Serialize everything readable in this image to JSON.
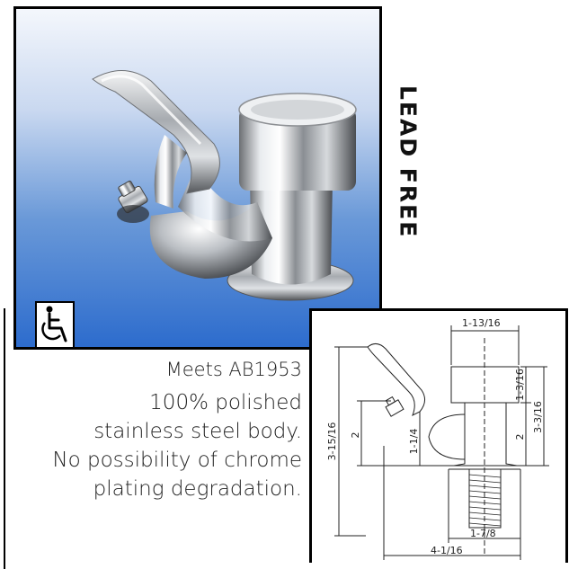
{
  "product": {
    "badge_text": "LEAD FREE",
    "compliance": "Meets AB1953",
    "description_lines": [
      "100% polished",
      "stainless steel body.",
      "No possibility of chrome",
      "plating degradation."
    ],
    "accessibility_icon": "wheelchair-accessible-icon"
  },
  "drawing": {
    "dimensions": {
      "top_width": "1-13/16",
      "overall_height": "3-15/16",
      "bubbler_height": "2",
      "neck_height": "1-1/4",
      "cap_height": "1-3/16",
      "body_height": "3-3/16",
      "base_height": "2",
      "shank_width": "1-7/8",
      "overall_depth": "4-1/16"
    }
  },
  "colors": {
    "gradient_top": "#f4f7fc",
    "gradient_bottom": "#2d6ccd"
  }
}
